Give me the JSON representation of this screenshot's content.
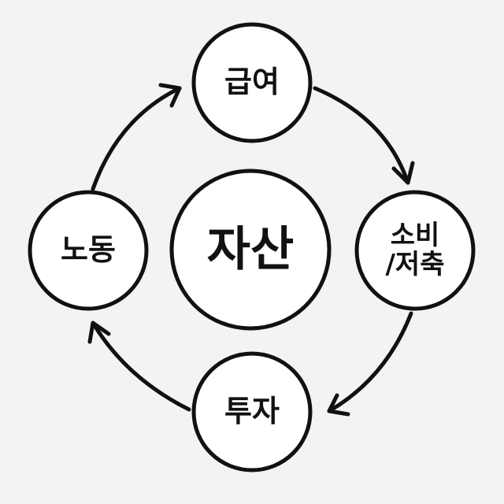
{
  "diagram": {
    "center": {
      "label": "자산"
    },
    "nodes": [
      {
        "id": "salary",
        "label": "급여"
      },
      {
        "id": "consumption",
        "line1": "소비",
        "line2": "/저축"
      },
      {
        "id": "investment",
        "label": "투자"
      },
      {
        "id": "labor",
        "label": "노동"
      }
    ],
    "flow": [
      "노동",
      "급여",
      "소비/저축",
      "투자",
      "노동"
    ],
    "colors": {
      "background": "#f4f3f1",
      "stroke": "#111111",
      "fill": "#ffffff"
    }
  }
}
